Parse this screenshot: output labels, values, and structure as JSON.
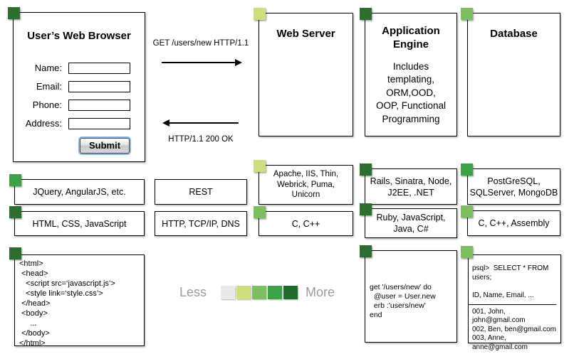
{
  "levels": {
    "none": "#e9e9e9",
    "light": "#cddf7d",
    "medium": "#7dbf5f",
    "green": "#3ca149",
    "dark": "#2d6e30"
  },
  "browser": {
    "title": "User’s Web Browser",
    "square_color": "#2d6e30",
    "fields": [
      {
        "label": "Name:",
        "value": ""
      },
      {
        "label": "Email:",
        "value": ""
      },
      {
        "label": "Phone:",
        "value": ""
      },
      {
        "label": "Address:",
        "value": ""
      }
    ],
    "submit_label": "Submit"
  },
  "http": {
    "request": "GET /users/new HTTP/1.1",
    "response": "HTTP/1.1 200 OK"
  },
  "tiers": {
    "web_server": {
      "title": "Web Server",
      "square_color": "#cddf7d"
    },
    "app_engine": {
      "title": "Application Engine",
      "body": "Includes\ntemplating,\nORM,OOD,\nOOP, Functional\nProgramming",
      "square_color": "#2d6e30"
    },
    "database": {
      "title": "Database",
      "square_color": "#7dbf5f"
    }
  },
  "row1": {
    "jquery": {
      "label": "JQuery, AngularJS, etc.",
      "square_color": "#3ca149"
    },
    "rest": {
      "label": "REST"
    },
    "apache": {
      "label": "Apache, IIS, Thin,\nWebrick, Puma,\nUnicorn",
      "square_color": "#cddf7d"
    },
    "rails": {
      "label": "Rails, Sinatra, Node,\nJ2EE, .NET",
      "square_color": "#2d6e30"
    },
    "postgres": {
      "label": "PostGreSQL,\nSQLServer, MongoDB",
      "square_color": "#3ca149"
    }
  },
  "row2": {
    "htmlcss": {
      "label": "HTML, CSS, JavaScript",
      "square_color": "#2d6e30"
    },
    "protocols": {
      "label": "HTTP, TCP/IP, DNS"
    },
    "c": {
      "label": "C, C++",
      "square_color": "#7dbf5f"
    },
    "rubylangs": {
      "label": "Ruby, JavaScript,\nJava, C#",
      "square_color": "#2d6e30"
    },
    "asm": {
      "label": "C, C++, Assembly",
      "square_color": "#7dbf5f"
    }
  },
  "code": {
    "html": {
      "square_color": "#2d6e30",
      "content": "<html>\n <head>\n   <script src=‘javascript.js’>\n   <style link=‘style.css’>\n </head>\n <body>\n     ...\n </body>\n</html>"
    },
    "ruby": {
      "square_color": "#2d6e30",
      "content": "get '/users/new' do\n  @user = User.new\n  erb :'users/new'\nend"
    },
    "sql": {
      "square_color": "#7dbf5f",
      "query": "psql>  SELECT * FROM\nusers;",
      "columns": "ID, Name, Email, ...",
      "rows": "001, John, john@gmail.com\n002, Ben, ben@gmail.com\n003, Anne, anne@gmail.com"
    }
  },
  "legend": {
    "less": "Less",
    "more": "More",
    "swatches": [
      "#e9e9e9",
      "#cddf7d",
      "#7dbf5f",
      "#3ca149",
      "#206b2c"
    ]
  }
}
